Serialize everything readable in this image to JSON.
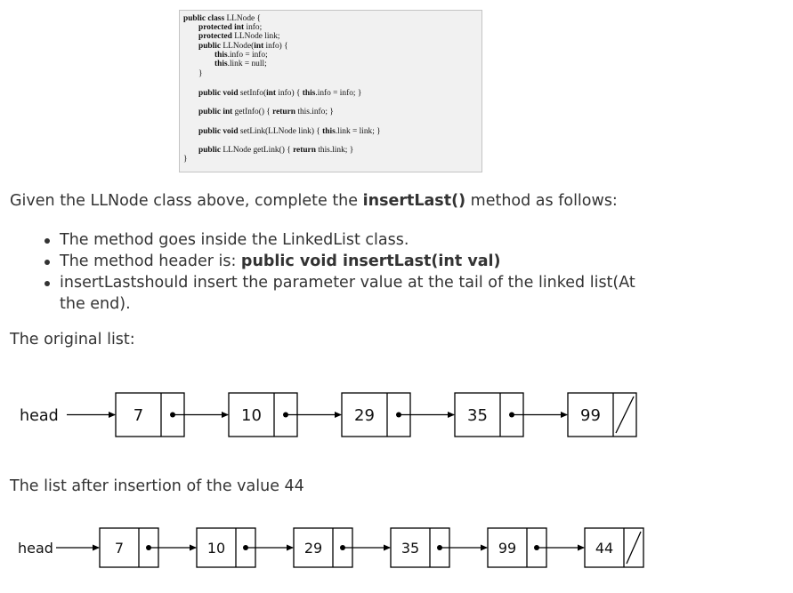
{
  "code": {
    "lines": [
      {
        "indent": 0,
        "parts": [
          {
            "b": true,
            "t": "public class "
          },
          {
            "b": false,
            "t": "LLNode {"
          }
        ]
      },
      {
        "indent": 1,
        "parts": [
          {
            "b": true,
            "t": "protected int "
          },
          {
            "b": false,
            "t": "info;"
          }
        ]
      },
      {
        "indent": 1,
        "parts": [
          {
            "b": true,
            "t": "protected "
          },
          {
            "b": false,
            "t": "LLNode link;"
          }
        ]
      },
      {
        "indent": 1,
        "parts": [
          {
            "b": true,
            "t": "public "
          },
          {
            "b": false,
            "t": "LLNode("
          },
          {
            "b": true,
            "t": "int "
          },
          {
            "b": false,
            "t": "info) {"
          }
        ]
      },
      {
        "indent": 2,
        "parts": [
          {
            "b": true,
            "t": "this"
          },
          {
            "b": false,
            "t": ".info = info;"
          }
        ]
      },
      {
        "indent": 2,
        "parts": [
          {
            "b": true,
            "t": "this"
          },
          {
            "b": false,
            "t": ".link = null;"
          }
        ]
      },
      {
        "indent": 1,
        "parts": [
          {
            "b": false,
            "t": "}"
          }
        ]
      },
      {
        "indent": 1,
        "parts": [
          {
            "b": true,
            "t": "public void "
          },
          {
            "b": false,
            "t": "setInfo("
          },
          {
            "b": true,
            "t": "int "
          },
          {
            "b": false,
            "t": "info) { "
          },
          {
            "b": true,
            "t": "this"
          },
          {
            "b": false,
            "t": ".info = info; }"
          }
        ]
      },
      {
        "indent": 1,
        "parts": [
          {
            "b": true,
            "t": "public int "
          },
          {
            "b": false,
            "t": "getInfo() { "
          },
          {
            "b": true,
            "t": "return "
          },
          {
            "b": false,
            "t": "this.info; }"
          }
        ]
      },
      {
        "indent": 1,
        "parts": [
          {
            "b": true,
            "t": "public void "
          },
          {
            "b": false,
            "t": "setLink(LLNode link) { "
          },
          {
            "b": true,
            "t": "this"
          },
          {
            "b": false,
            "t": ".link = link; }"
          }
        ]
      },
      {
        "indent": 1,
        "parts": [
          {
            "b": true,
            "t": "public "
          },
          {
            "b": false,
            "t": "LLNode getLink() { "
          },
          {
            "b": true,
            "t": "return "
          },
          {
            "b": false,
            "t": "this.link; }"
          }
        ]
      },
      {
        "indent": 0,
        "parts": [
          {
            "b": false,
            "t": "}"
          }
        ]
      }
    ]
  },
  "intro": {
    "before": "Given the LLNode class above, complete the ",
    "method": "insertLast()",
    "after": " method as follows:"
  },
  "bullets": {
    "item1": "The method goes inside the LinkedList class.",
    "item2_prefix": "The method header is: ",
    "item2_header": "public void insertLast(int val)",
    "item3": "insertLastshould insert the parameter value at the tail of the linked list(At the end)."
  },
  "original": {
    "caption": "The original list:",
    "head_label": "head",
    "values": [
      "7",
      "10",
      "29",
      "35",
      "99"
    ]
  },
  "after_insertion": {
    "caption": "The list after insertion of the value 44",
    "head_label": "head",
    "values": [
      "7",
      "10",
      "29",
      "35",
      "99",
      "44"
    ]
  },
  "colors": {
    "text": "#333333",
    "code_bg": "#f1f1f1",
    "code_border": "#c4c4c4",
    "diagram": "#000000"
  }
}
